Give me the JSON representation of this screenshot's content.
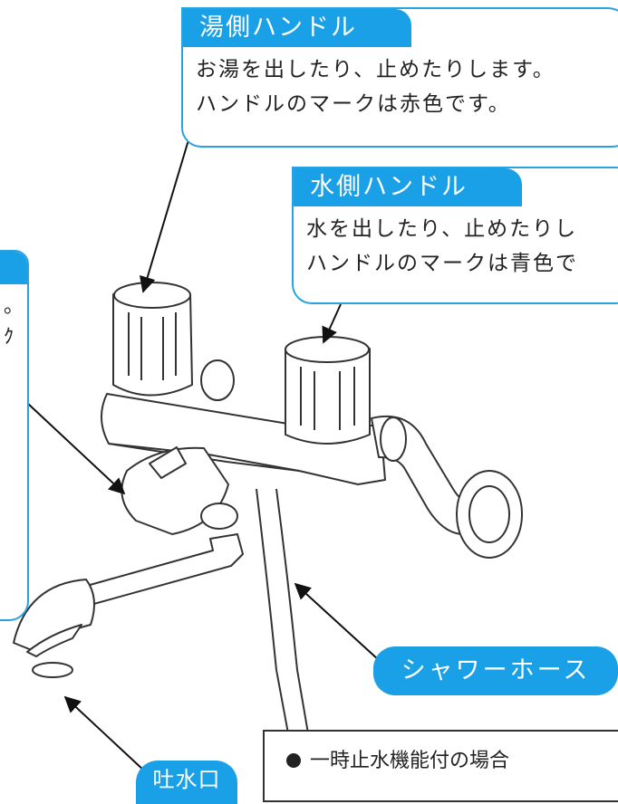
{
  "callouts": {
    "hot_handle": {
      "title": "湯側ハンドル",
      "line1": "お湯を出したり、止めたりします。",
      "line2": "ハンドルのマークは赤色です。"
    },
    "cold_handle": {
      "title": "水側ハンドル",
      "line1": "水を出したり、止めたりし",
      "line2": "ハンドルのマークは青色で"
    },
    "left_partial": {
      "line1": "。",
      "line2": "ｸ"
    }
  },
  "labels": {
    "shower_hose": "シャワーホース",
    "spout": "吐水口"
  },
  "note": {
    "text": "一時止水機能付の場合"
  },
  "colors": {
    "accent": "#1aa0e6",
    "line": "#333333"
  }
}
